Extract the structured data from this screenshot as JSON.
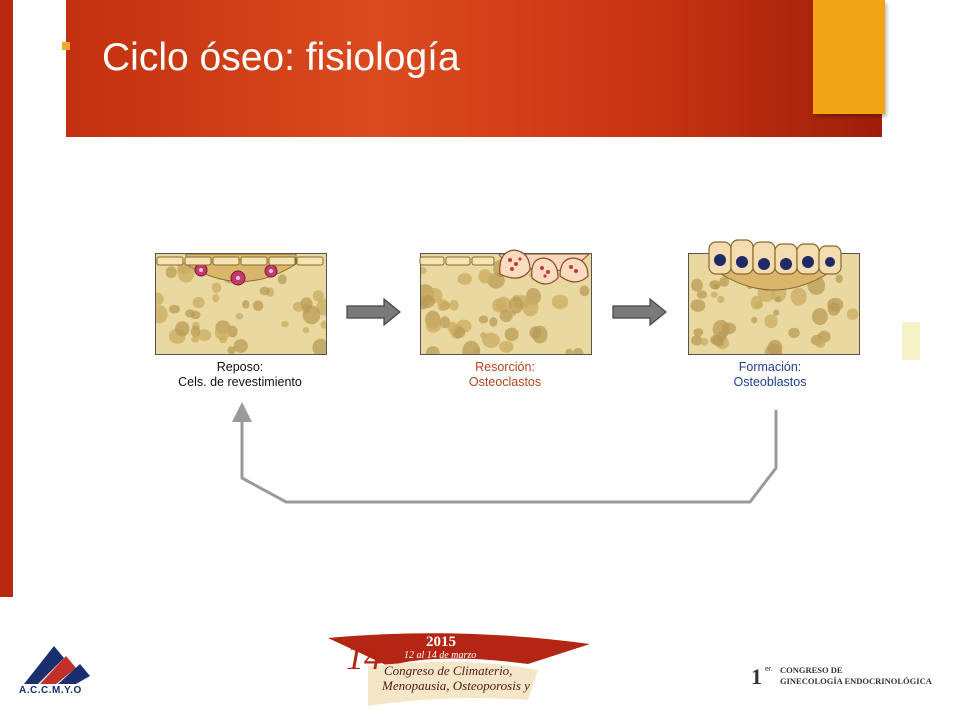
{
  "slide": {
    "title": "Ciclo óseo: fisiología",
    "colors": {
      "header": "#c93512",
      "accent": "#f2a516",
      "rest_caption": "#111111",
      "resorption_caption": "#b5451b",
      "formation_caption": "#1f3f8f"
    }
  },
  "diagram": {
    "stages": [
      {
        "line1": "Reposo:",
        "line2": "Cels. de revestimiento"
      },
      {
        "line1": "Resorción:",
        "line2": "Osteoclastos"
      },
      {
        "line1": "Formación:",
        "line2": "Osteoblastos"
      }
    ]
  },
  "footer": {
    "left_logo_text": "A.C.C.M.Y.O",
    "congress": {
      "number": "14",
      "year": "2015",
      "dates": "12 al 14 de marzo",
      "line1": "Congreso de Climaterio,",
      "line2": "Menopausia, Osteoporosis y"
    },
    "second_congress": {
      "number": "1",
      "superscript": "er.",
      "line1": "CONGRESO DE",
      "line2": "GINECOLOGÍA ENDOCRINOLÓGICA"
    }
  }
}
